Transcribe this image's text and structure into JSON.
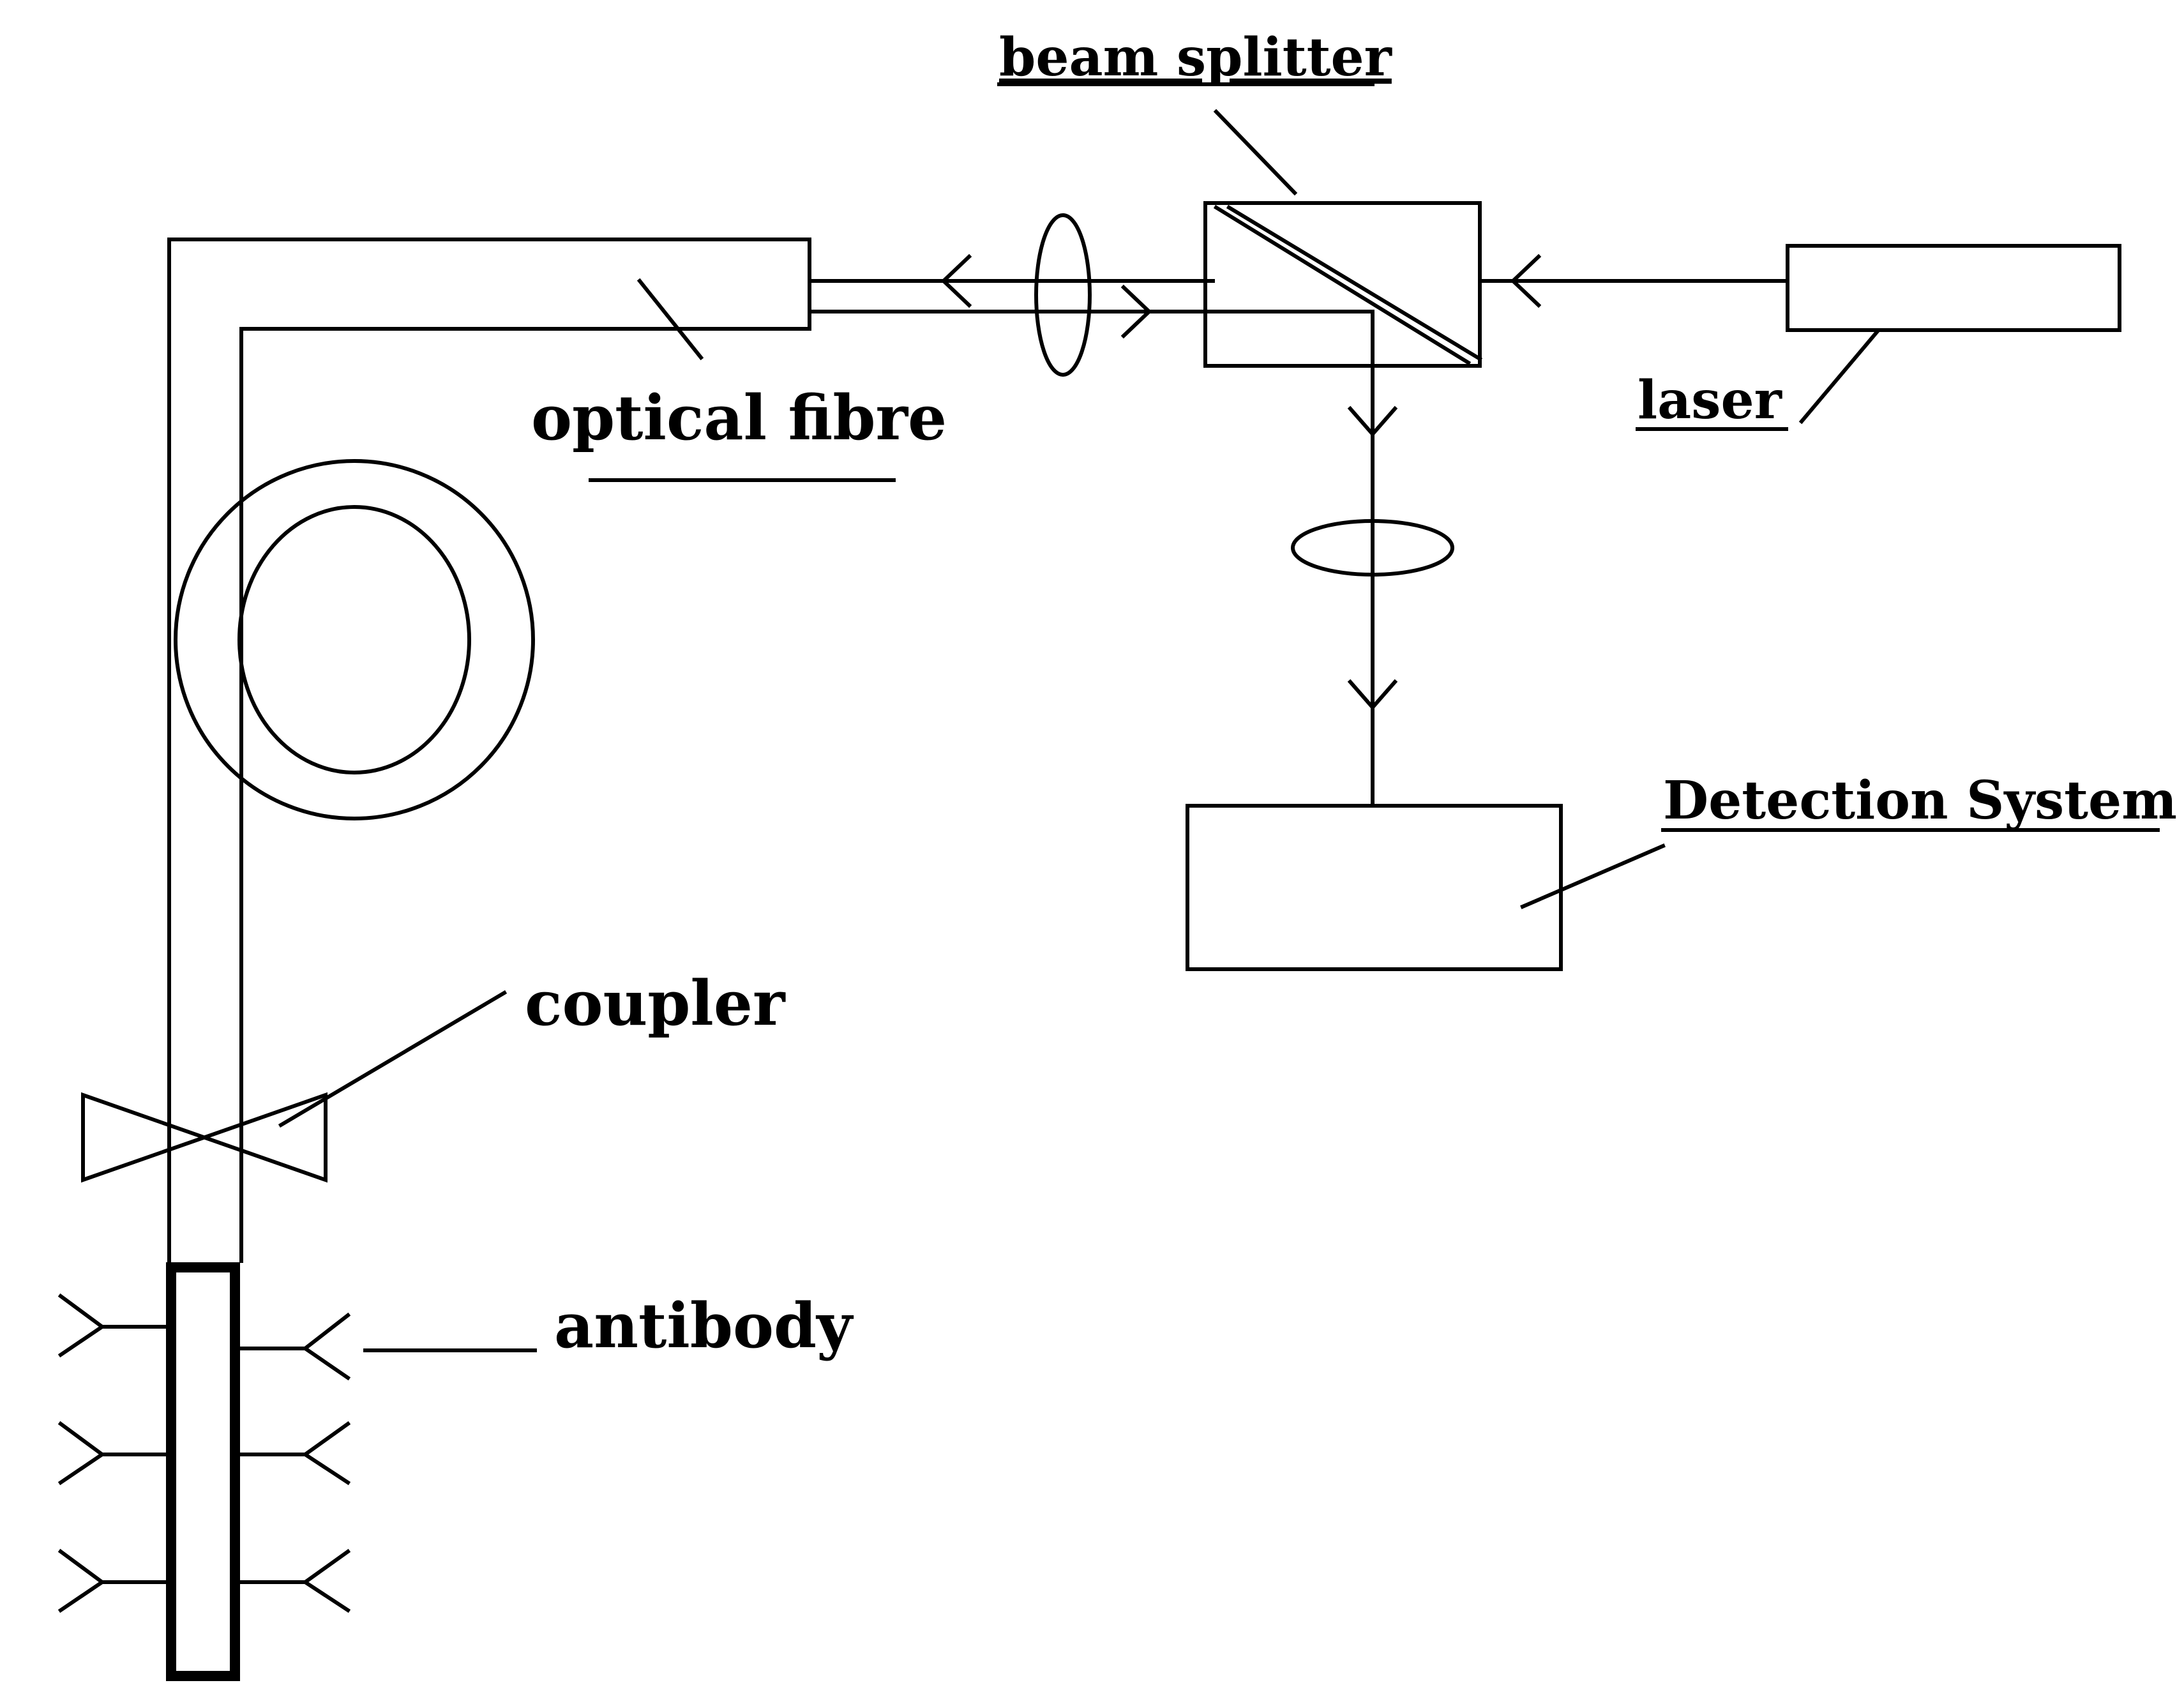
{
  "labels": {
    "beam_splitter": "beam splitter",
    "optical_fibre": "optical fibre",
    "laser": "laser",
    "detection_system": "Detection System",
    "coupler": "coupler",
    "antibody": "antibody"
  },
  "colors": {
    "ink": "#000000",
    "background": "#ffffff"
  }
}
